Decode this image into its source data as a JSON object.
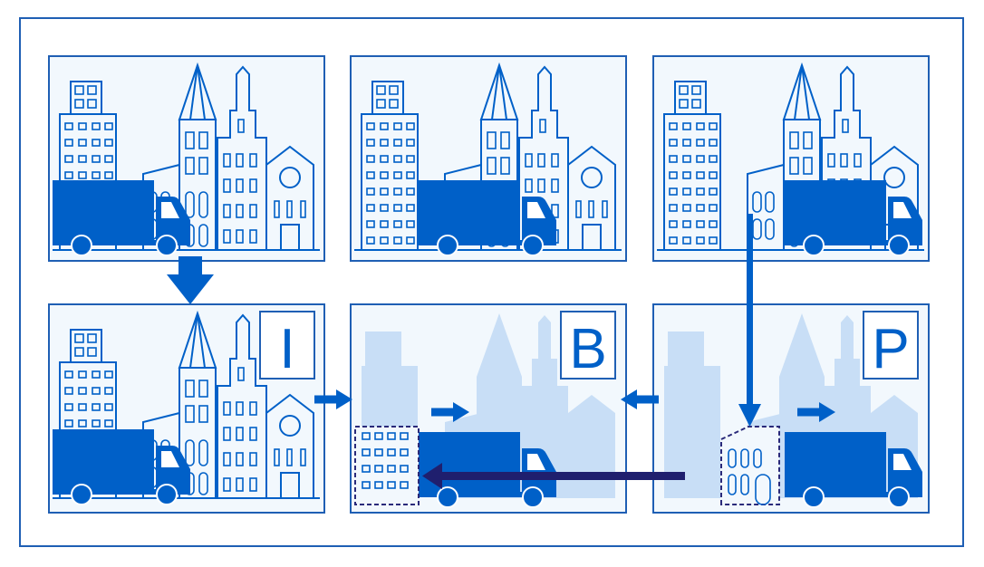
{
  "labels": {
    "i_frame": "I",
    "b_frame": "B",
    "p_frame": "P"
  },
  "colors": {
    "primary": "#0060c8",
    "frame_bg": "#f2f8fd",
    "ghost": "#c8def6",
    "border": "#1f5fb4",
    "dark_arrow": "#1f1f6e",
    "dashed": "#2a2a7a"
  }
}
